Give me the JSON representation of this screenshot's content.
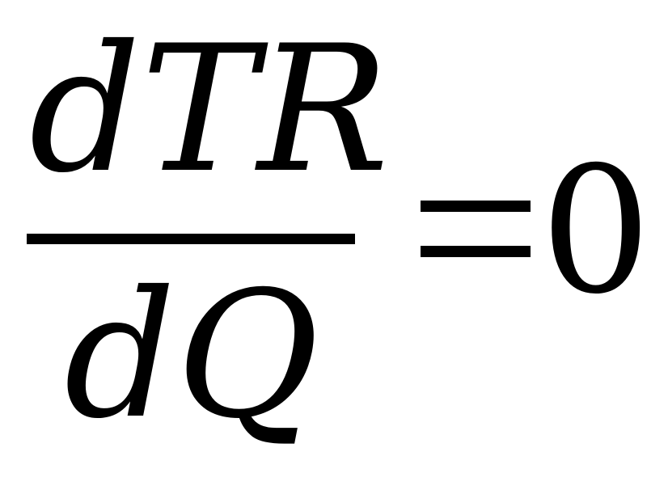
{
  "equation": {
    "numerator": "dTR",
    "denominator": "dQ",
    "operator": "=",
    "rhs": "0"
  }
}
